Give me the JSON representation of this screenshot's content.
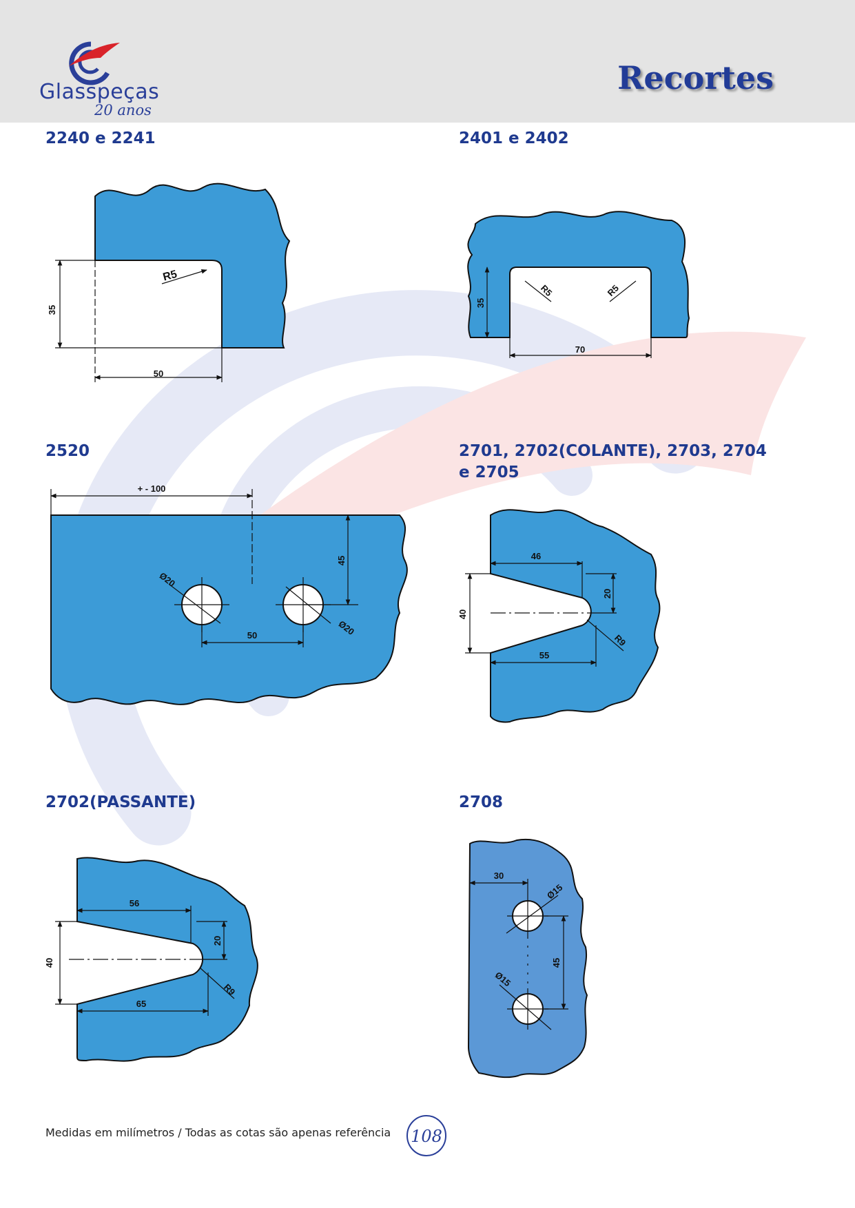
{
  "header": {
    "brand": "Glasspeças",
    "brand_tagline": "20 anos",
    "title": "Recortes"
  },
  "sections": [
    {
      "title": "2240 e 2241",
      "dims": [
        "35",
        "R5",
        "50"
      ]
    },
    {
      "title": "2401 e 2402",
      "dims": [
        "35",
        "R5",
        "R5",
        "70"
      ]
    },
    {
      "title": "2520",
      "dims": [
        "+ - 100",
        "45",
        "Ø20",
        "Ø20",
        "50"
      ]
    },
    {
      "title": "2701, 2702(COLANTE), 2703, 2704 e 2705",
      "dims": [
        "46",
        "20",
        "40",
        "R9",
        "55"
      ]
    },
    {
      "title": "2702(PASSANTE)",
      "dims": [
        "56",
        "20",
        "40",
        "R9",
        "65"
      ]
    },
    {
      "title": "2708",
      "dims": [
        "30",
        "Ø15",
        "45",
        "Ø15"
      ]
    }
  ],
  "footer": {
    "note": "Medidas em milímetros / Todas as cotas são apenas referência",
    "page_number": "108"
  },
  "colors": {
    "glass_fill": "#3c9bd7",
    "glass_fill_alt": "#5b98d6",
    "title_blue": "#1f3a8f",
    "header_bg": "#e4e4e4"
  }
}
